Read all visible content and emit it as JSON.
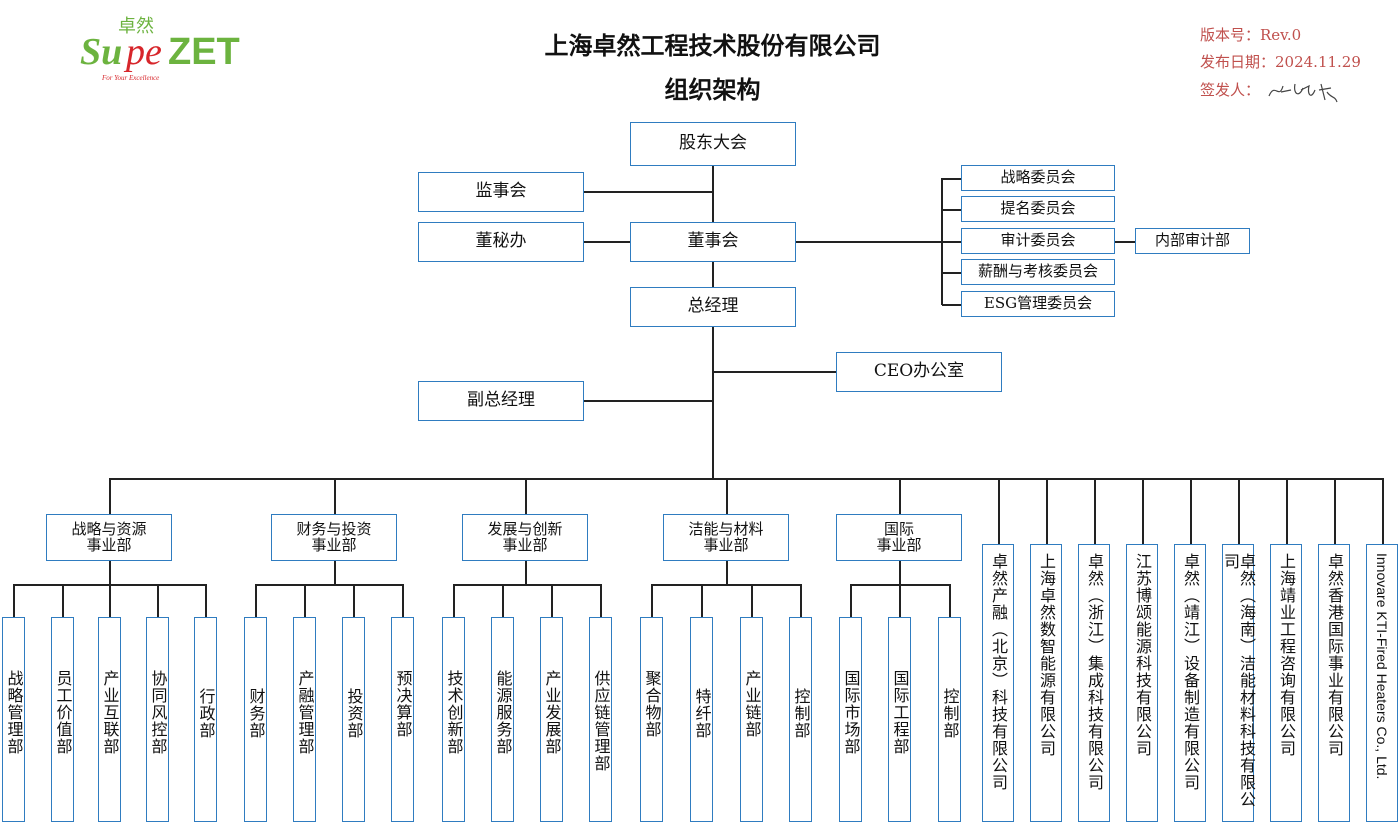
{
  "logo": {
    "text_cn": "卓然",
    "text_main_1": "Su",
    "text_main_2": "pe",
    "text_main_3": "ZET",
    "tagline": "For Your Excellence",
    "colors": {
      "green": "#6cb33f",
      "red": "#d7262b"
    }
  },
  "header": {
    "title": "上海卓然工程技术股份有限公司",
    "subtitle": "组织架构"
  },
  "meta": {
    "version": "版本号：Rev.0",
    "date": "发布日期：2024.11.29",
    "issuer": "签发人："
  },
  "colors": {
    "box_border": "#2f7cc0",
    "meta_text": "#c0504d",
    "line": "#222222"
  },
  "top": {
    "shareholders": "股东大会",
    "supervisors": "监事会",
    "board_secretary": "董秘办",
    "board": "董事会",
    "gm": "总经理",
    "ceo_office": "CEO办公室",
    "vice_gm": "副总经理",
    "committees": [
      "战略委员会",
      "提名委员会",
      "审计委员会",
      "薪酬与考核委员会",
      "ESG管理委员会"
    ],
    "internal_audit": "内部审计部"
  },
  "divisions": [
    {
      "name": "战略与资源\n事业部",
      "departments": [
        "战略管理部",
        "员工价值部",
        "产业互联部",
        "协同风控部",
        "行政部"
      ]
    },
    {
      "name": "财务与投资\n事业部",
      "departments": [
        "财务部",
        "产融管理部",
        "投资部",
        "预决算部"
      ]
    },
    {
      "name": "发展与创新\n事业部",
      "departments": [
        "技术创新部",
        "能源服务部",
        "产业发展部",
        "供应链管理部"
      ]
    },
    {
      "name": "洁能与材料\n事业部",
      "departments": [
        "聚合物部",
        "特纤部",
        "产业链部",
        "控制部"
      ]
    },
    {
      "name": "国际\n事业部",
      "departments": [
        "国际市场部",
        "国际工程部",
        "控制部"
      ]
    }
  ],
  "subsidiaries": [
    "卓然产融（北京）科技有限公司",
    "上海卓然数智能源有限公司",
    "卓然（浙江）集成科技有限公司",
    "江苏博颂能源科技有限公司",
    "卓然（靖江）设备制造有限公司",
    "卓然（海南）洁能材料科技有限公司",
    "上海靖业工程咨询有限公司",
    "卓然香港国际事业有限公司",
    "Innovare KTI-Fired Heaters Co., Ltd."
  ]
}
